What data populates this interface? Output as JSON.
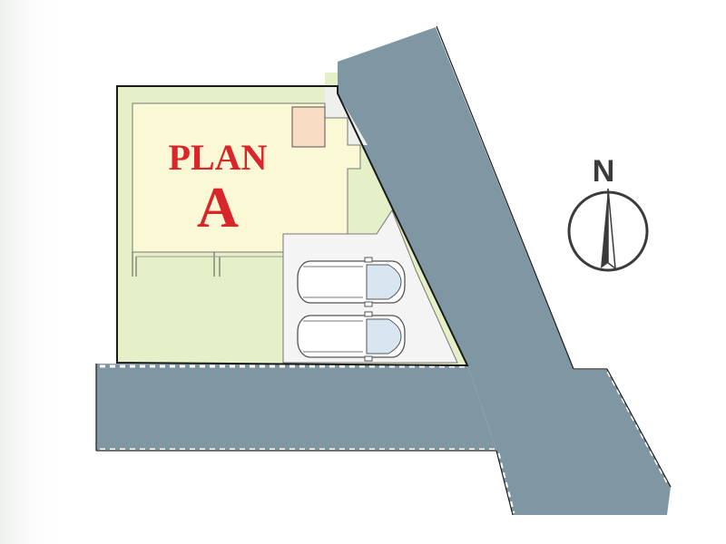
{
  "plan": {
    "word": "PLAN",
    "letter": "A"
  },
  "compass": {
    "label": "N",
    "icon": "north-arrow-icon"
  },
  "colors": {
    "road": "#7f97a3",
    "lot_yellow": "#fbf8d6",
    "lot_green": "#e5f0c8",
    "parking": "#f4f4f4",
    "entrance": "#f9dcc4",
    "plan_text": "#d8262a",
    "outline": "#1a1a1a"
  },
  "icons": [
    "car-icon",
    "car-icon",
    "north-arrow-icon"
  ]
}
